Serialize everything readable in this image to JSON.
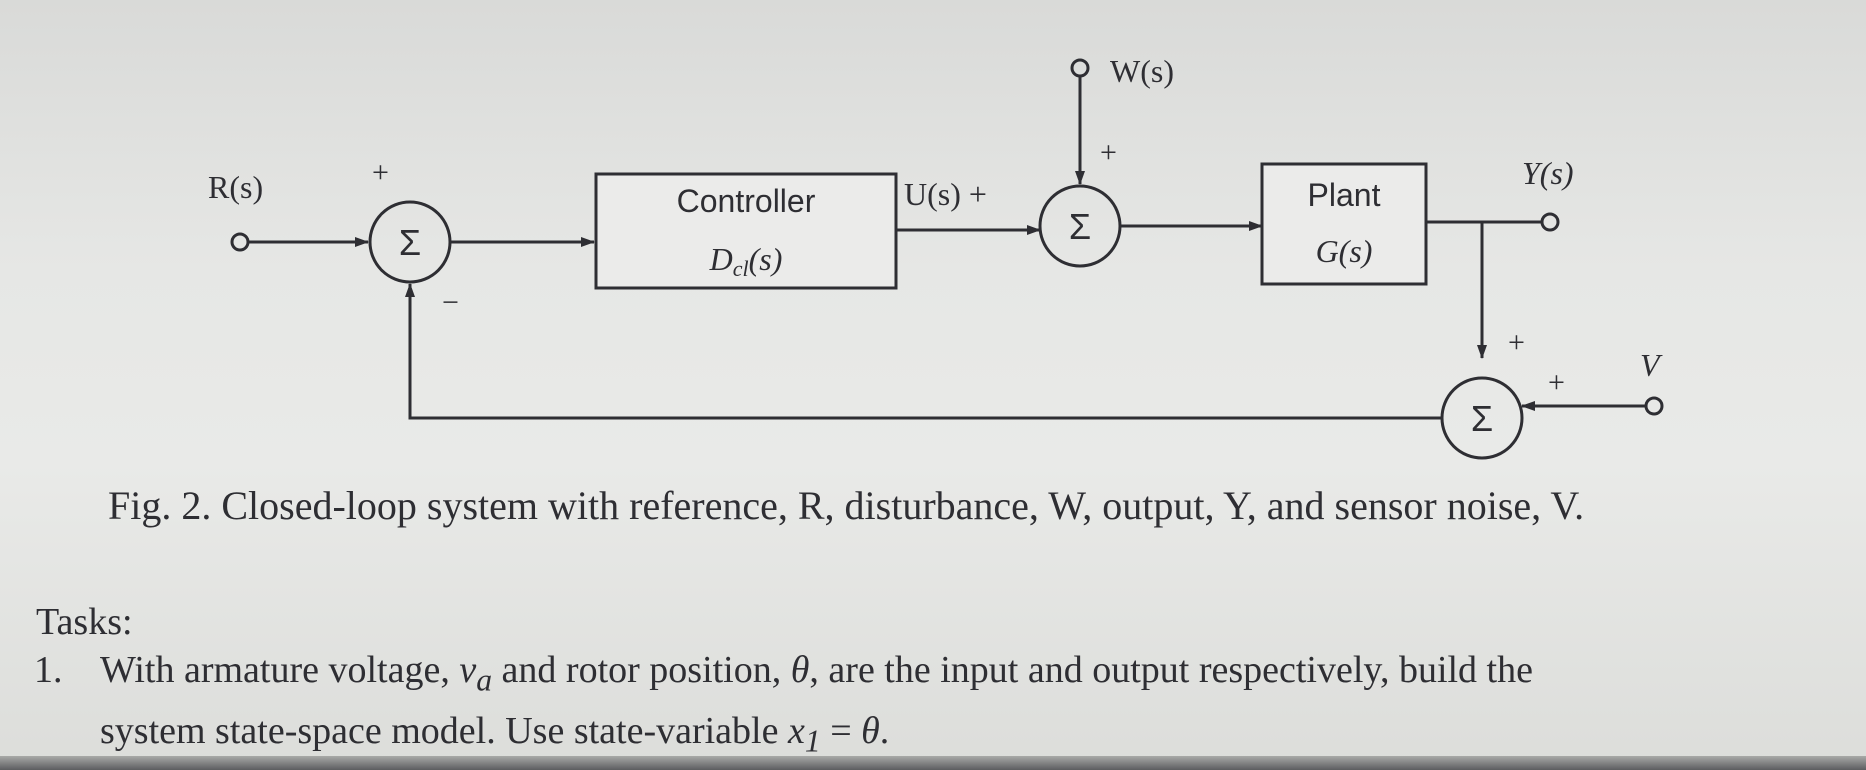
{
  "diagram": {
    "labels": {
      "R": "R(s)",
      "W": "W(s)",
      "U": "U(s) +",
      "Y": "Y(s)",
      "V": "V",
      "plus": "+",
      "minus": "−",
      "sigma": "Σ"
    },
    "controller": {
      "title": "Controller",
      "transfer_main": "D",
      "transfer_sub": "cl",
      "transfer_arg": "(s)"
    },
    "plant": {
      "title": "Plant",
      "transfer": "G(s)"
    }
  },
  "caption": "Fig. 2. Closed-loop system with reference, R, disturbance, W, output, Y, and sensor noise, V.",
  "tasks": {
    "heading": "Tasks:",
    "items": [
      {
        "number": "1.",
        "line1_a": "With armature voltage, ",
        "line1_var1": "v",
        "line1_var1_sub": "a",
        "line1_b": " and rotor position, ",
        "line1_var2": "θ",
        "line1_c": ", are the input and output respectively, build the",
        "line2_a": "system state-space model. Use state-variable ",
        "line2_var": "x",
        "line2_var_sub": "1",
        "line2_b": " = ",
        "line2_var2": "θ",
        "line2_c": "."
      }
    ]
  },
  "colors": {
    "ink": "#2e2e33",
    "background": "#e6e7e5",
    "block_fill": "#ebebea"
  }
}
